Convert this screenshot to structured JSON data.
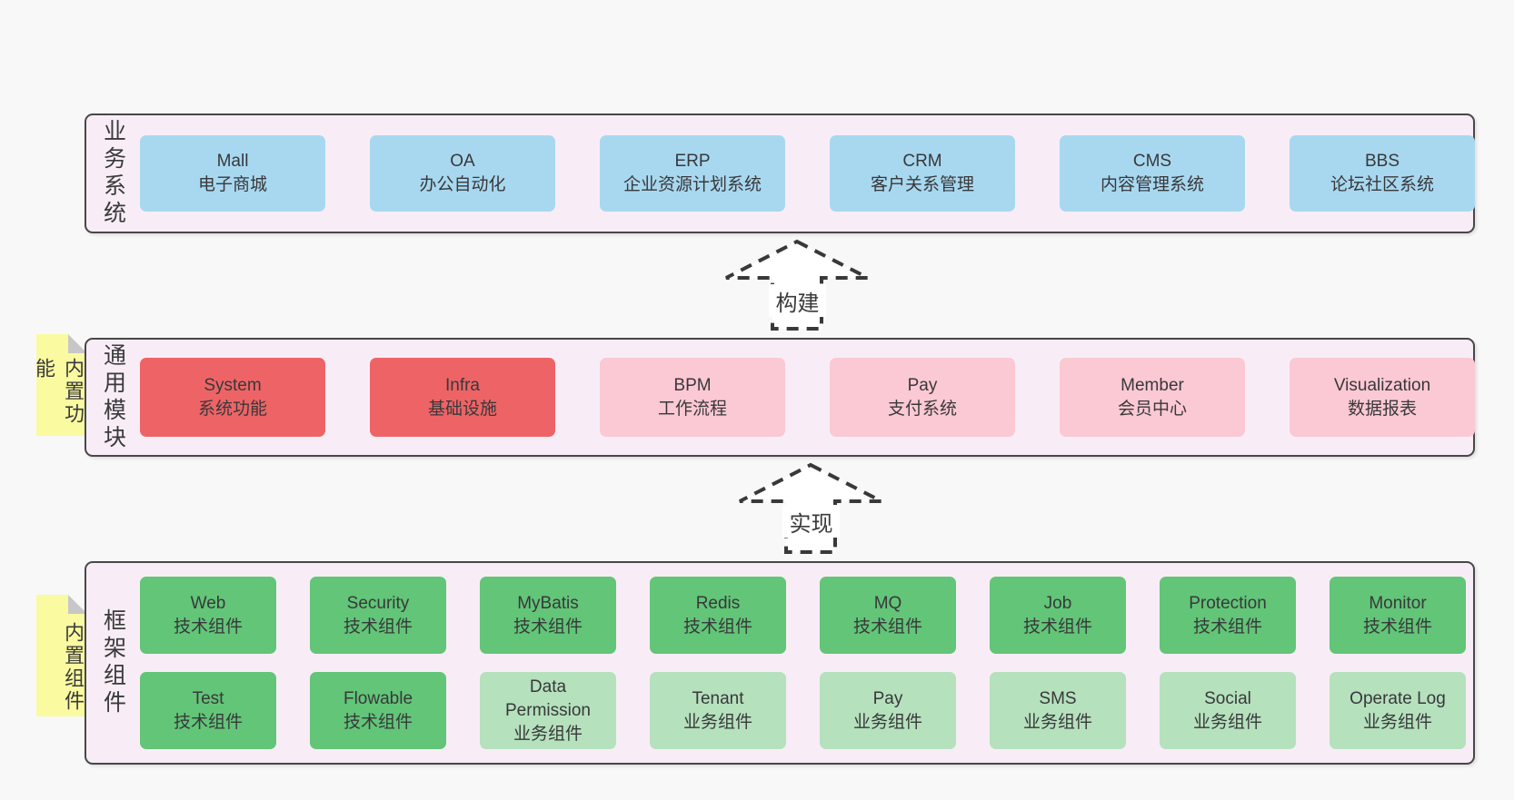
{
  "panels": [
    {
      "label": "业务系统",
      "boxes": [
        {
          "name": "Mall",
          "desc": "电子商城",
          "variant": "blue"
        },
        {
          "name": "OA",
          "desc": "办公自动化",
          "variant": "blue"
        },
        {
          "name": "ERP",
          "desc": "企业资源计划系统",
          "variant": "blue"
        },
        {
          "name": "CRM",
          "desc": "客户关系管理",
          "variant": "blue"
        },
        {
          "name": "CMS",
          "desc": "内容管理系统",
          "variant": "blue"
        },
        {
          "name": "BBS",
          "desc": "论坛社区系统",
          "variant": "blue"
        }
      ]
    },
    {
      "label": "通用模块",
      "note": "内置功能",
      "boxes": [
        {
          "name": "System",
          "desc": "系统功能",
          "variant": "red"
        },
        {
          "name": "Infra",
          "desc": "基础设施",
          "variant": "red"
        },
        {
          "name": "BPM",
          "desc": "工作流程",
          "variant": "pink"
        },
        {
          "name": "Pay",
          "desc": "支付系统",
          "variant": "pink"
        },
        {
          "name": "Member",
          "desc": "会员中心",
          "variant": "pink"
        },
        {
          "name": "Visualization",
          "desc": "数据报表",
          "variant": "pink"
        }
      ]
    },
    {
      "label": "框架组件",
      "note": "内置组件",
      "boxes": [
        {
          "name": "Web",
          "desc": "技术组件",
          "variant": "green"
        },
        {
          "name": "Security",
          "desc": "技术组件",
          "variant": "green"
        },
        {
          "name": "MyBatis",
          "desc": "技术组件",
          "variant": "green"
        },
        {
          "name": "Redis",
          "desc": "技术组件",
          "variant": "green"
        },
        {
          "name": "MQ",
          "desc": "技术组件",
          "variant": "green"
        },
        {
          "name": "Job",
          "desc": "技术组件",
          "variant": "green"
        },
        {
          "name": "Protection",
          "desc": "技术组件",
          "variant": "green"
        },
        {
          "name": "Monitor",
          "desc": "技术组件",
          "variant": "green"
        },
        {
          "name": "Test",
          "desc": "技术组件",
          "variant": "green"
        },
        {
          "name": "Flowable",
          "desc": "技术组件",
          "variant": "green"
        },
        {
          "name": "Data Permission",
          "desc": "业务组件",
          "variant": "lightgreen"
        },
        {
          "name": "Tenant",
          "desc": "业务组件",
          "variant": "lightgreen"
        },
        {
          "name": "Pay",
          "desc": "业务组件",
          "variant": "lightgreen"
        },
        {
          "name": "SMS",
          "desc": "业务组件",
          "variant": "lightgreen"
        },
        {
          "name": "Social",
          "desc": "业务组件",
          "variant": "lightgreen"
        },
        {
          "name": "Operate Log",
          "desc": "业务组件",
          "variant": "lightgreen"
        }
      ]
    }
  ],
  "arrows": [
    {
      "label": "构建"
    },
    {
      "label": "实现"
    }
  ],
  "colors": {
    "blue": "#a8d8f0",
    "red": "#ee6466",
    "pink": "#fbc9d3",
    "green": "#62c578",
    "lightgreen": "#b5e1bd",
    "panel_bg": "#f8edf6",
    "note_yellow": "#fafaa1",
    "background": "#f8f8f8"
  }
}
